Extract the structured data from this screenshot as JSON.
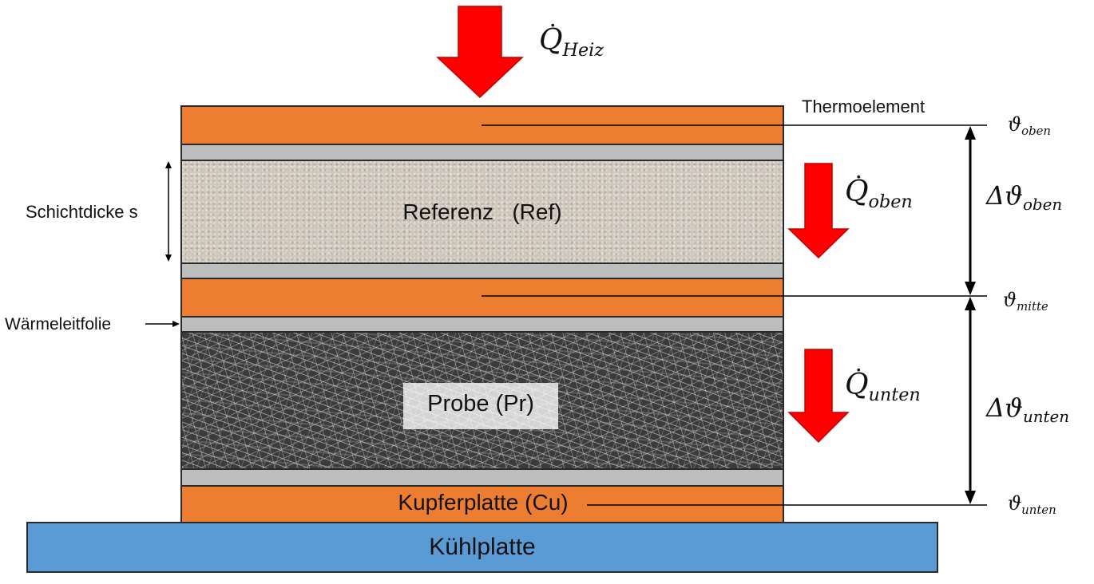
{
  "heat_flows": {
    "heiz": {
      "base": "Q",
      "subscript": "Heiz"
    },
    "oben": {
      "base": "Q",
      "subscript": "oben"
    },
    "unten": {
      "base": "Q",
      "subscript": "unten"
    }
  },
  "temperatures": {
    "oben": {
      "symbol": "ϑ",
      "subscript": "oben"
    },
    "mitte": {
      "symbol": "ϑ",
      "subscript": "mitte"
    },
    "unten": {
      "symbol": "ϑ",
      "subscript": "unten"
    }
  },
  "differences": {
    "oben": {
      "symbol": "Δϑ",
      "subscript": "oben"
    },
    "unten": {
      "symbol": "Δϑ",
      "subscript": "unten"
    }
  },
  "labels": {
    "thermoelement": "Thermoelement",
    "schichtdicke": "Schichtdicke s",
    "waermeleitfolie": "Wärmeleitfolie",
    "referenz": "Referenz   (Ref)",
    "probe": "Probe (Pr)",
    "kupferplatte": "Kupferplatte (Cu)",
    "kuehlplatte": "Kühlplatte"
  },
  "colors": {
    "copper": "#ED7D31",
    "foil": "#BDBDBD",
    "cooling_plate": "#5B9BD5",
    "heat_arrow": "#FF0000"
  }
}
